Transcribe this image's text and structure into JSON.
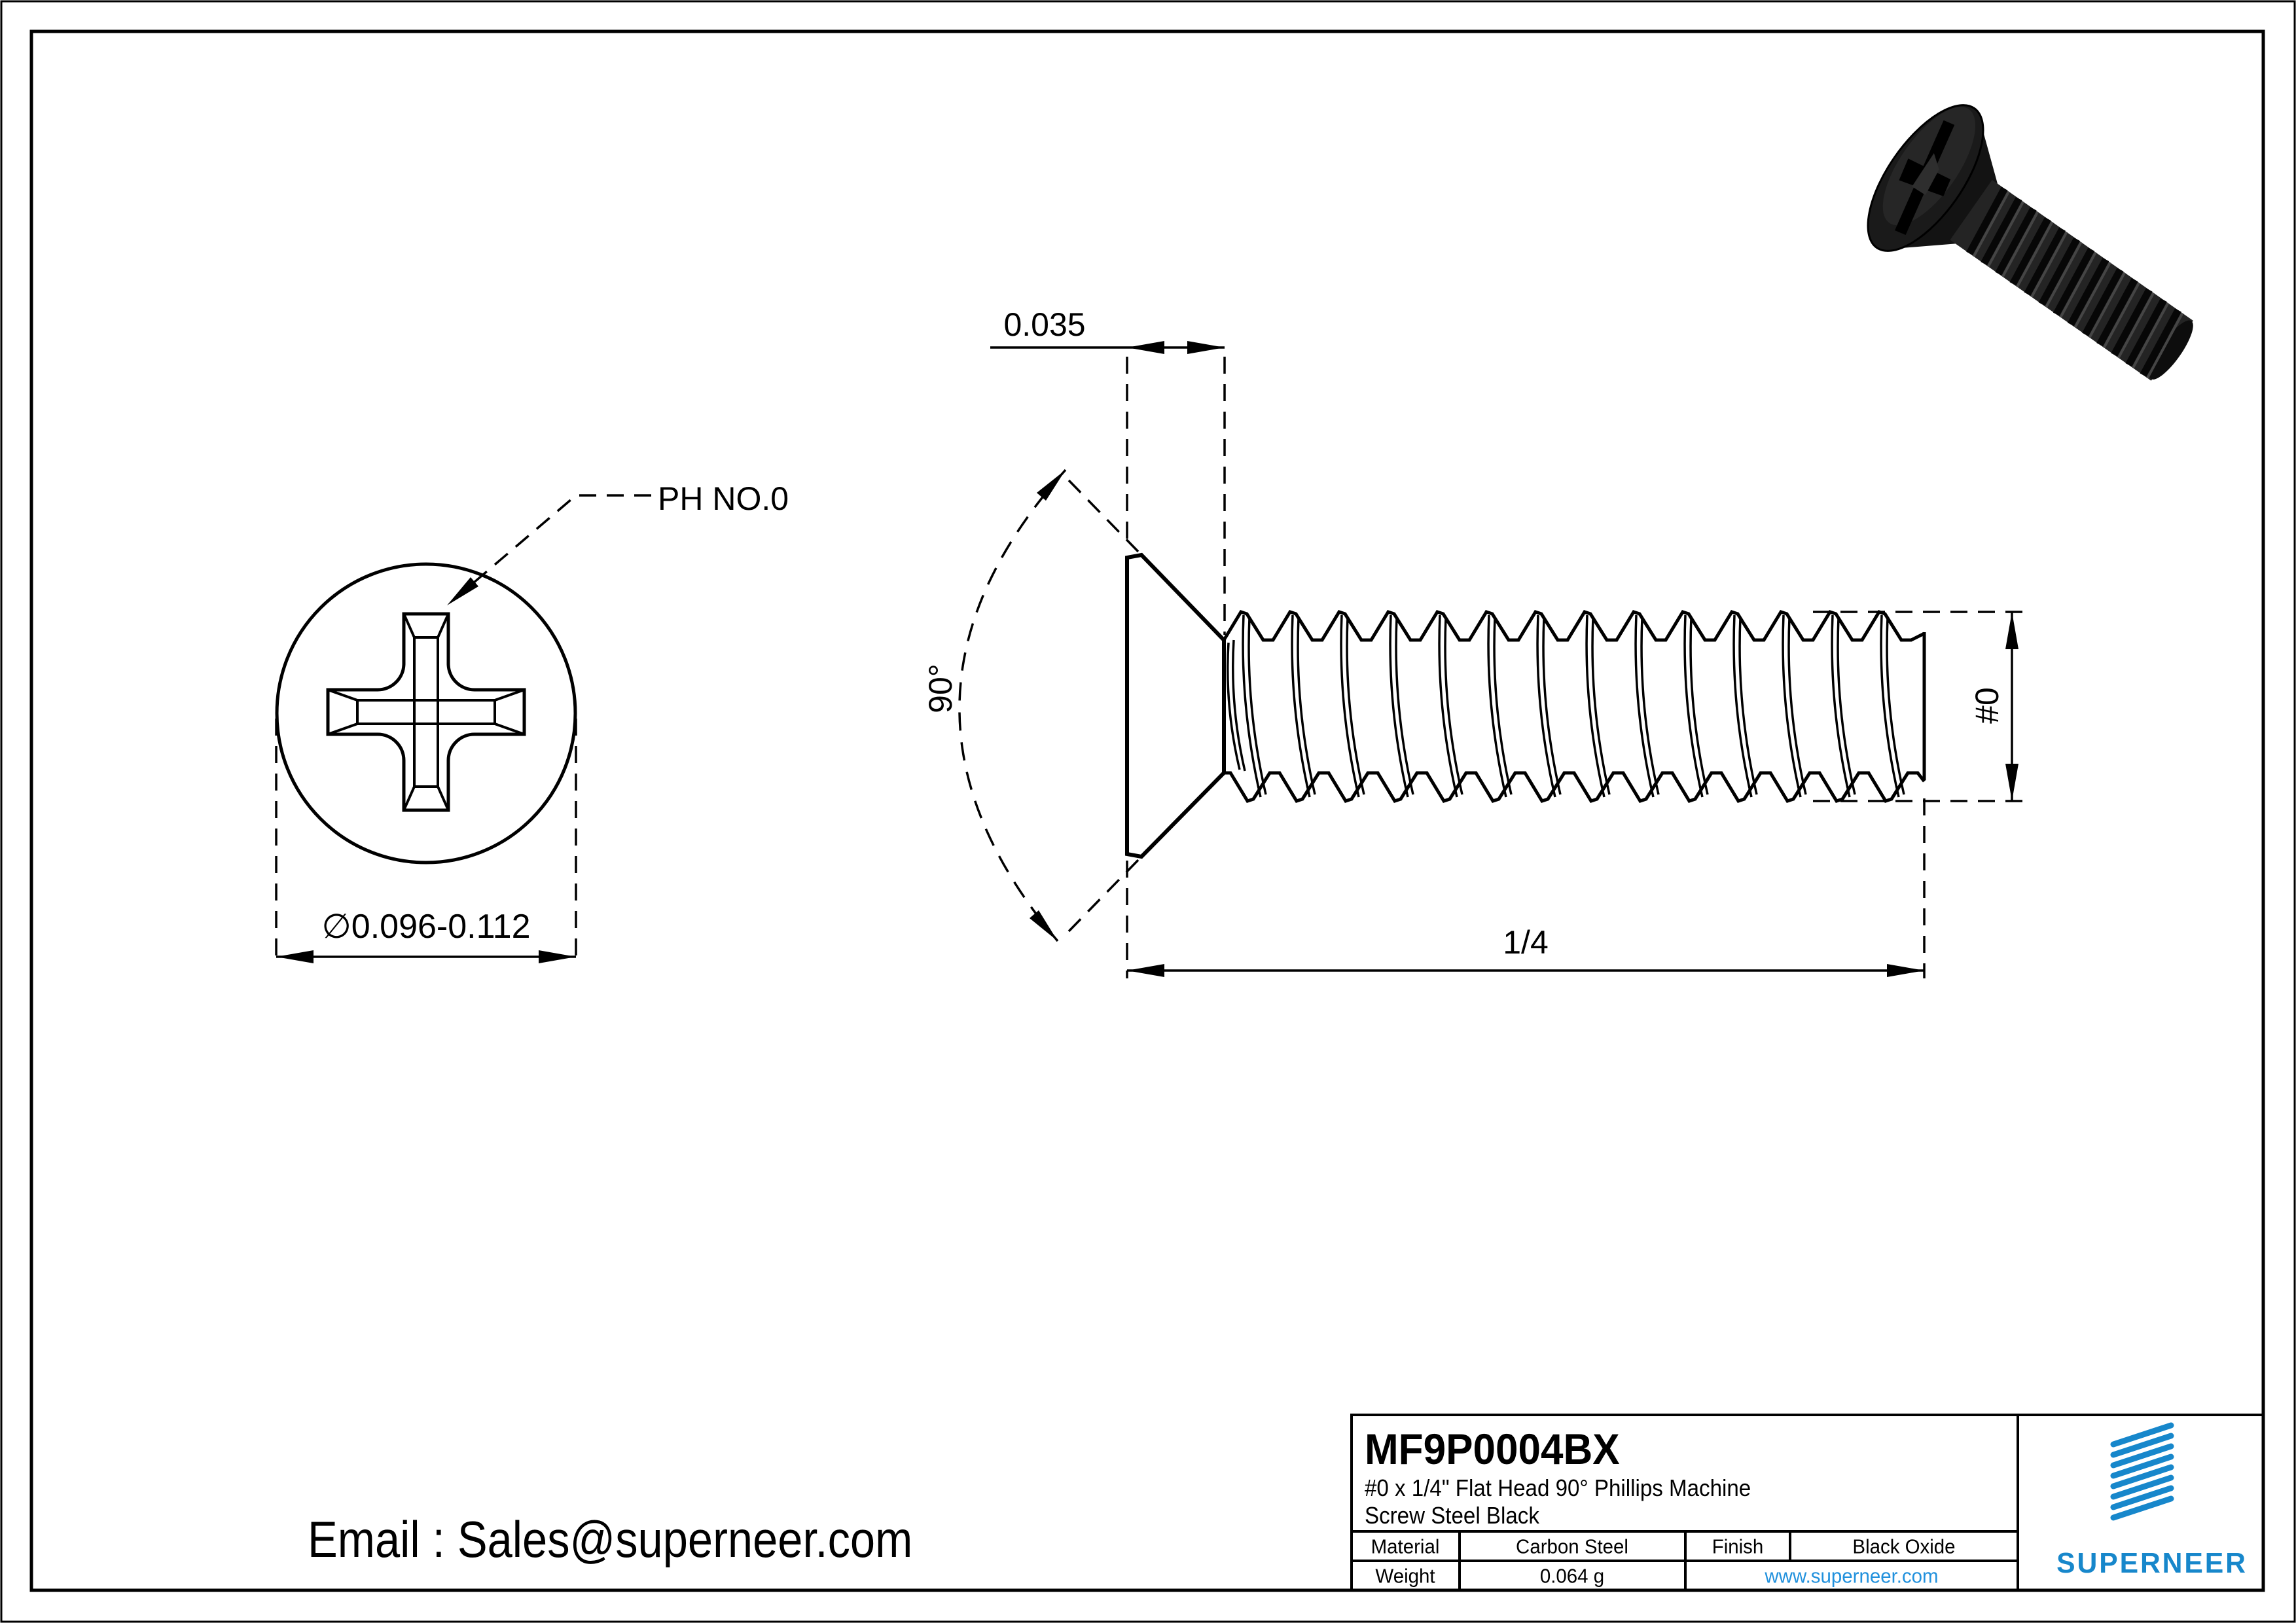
{
  "views": {
    "top": {
      "recess_label": "PH NO.0",
      "diameter_dim": "∅0.096-0.112"
    },
    "side": {
      "head_height_dim": "0.035",
      "angle_dim": "90°",
      "thread_size_dim": "#0",
      "length_dim": "1/4"
    }
  },
  "footer": {
    "email": "Email : Sales@superneer.com"
  },
  "title_block": {
    "part_number": "MF9P0004BX",
    "description_line1": "#0 x 1/4\" Flat Head 90° Phillips Machine",
    "description_line2": "Screw Steel Black",
    "material_label": "Material",
    "material_value": "Carbon Steel",
    "finish_label": "Finish",
    "finish_value": "Black Oxide",
    "weight_label": "Weight",
    "weight_value": "0.064 g",
    "website": "www.superneer.com",
    "brand": "SUPERNEER"
  },
  "colors": {
    "brand_blue": "#1787cb",
    "link_blue": "#2191dd",
    "line_black": "#000000"
  }
}
